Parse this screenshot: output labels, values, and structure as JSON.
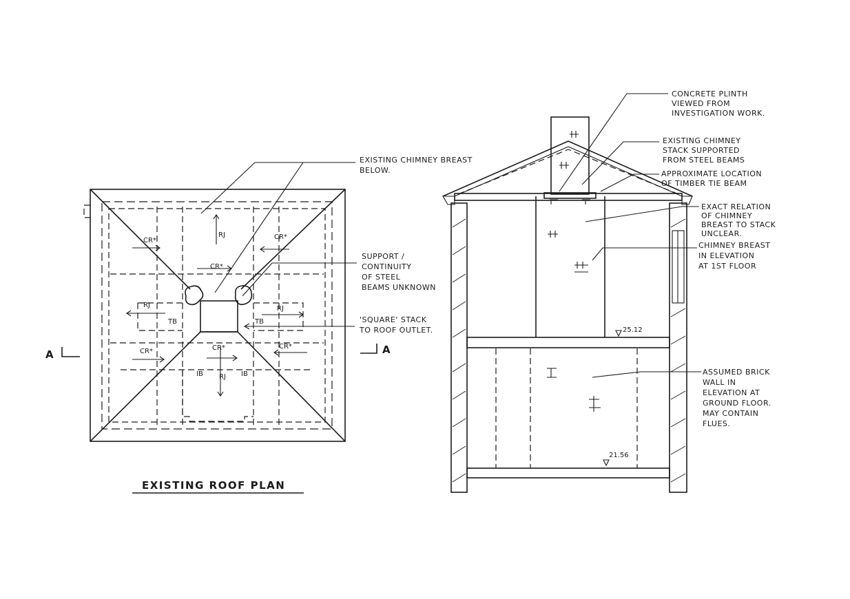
{
  "plan": {
    "title": "EXISTING ROOF PLAN",
    "section_marker_left": "A",
    "section_marker_right": "A",
    "labels": {
      "cr_tl": "CR*",
      "cr_tr": "CR*",
      "cr_top_center": "CR*",
      "cr_bottom_center": "CR*",
      "cr_bl": "CR*",
      "cr_br": "CR*",
      "rj_top": "RJ",
      "rj_left": "RJ",
      "rj_right": "RJ",
      "rj_bottom": "RJ",
      "tb_left": "TB",
      "tb_right": "TB",
      "ib_left": "IB",
      "ib_right": "IB"
    },
    "notes": {
      "chimney_breast": [
        "EXISTING CHIMNEY BREAST",
        "BELOW."
      ],
      "support": [
        "SUPPORT /",
        "CONTINUITY",
        "OF STEEL",
        "BEAMS UNKNOWN"
      ],
      "square_stack": [
        "'SQUARE' STACK",
        "TO ROOF OUTLET."
      ]
    }
  },
  "section": {
    "levels": {
      "first_floor": "25.12",
      "ground_floor": "21.56"
    },
    "notes": {
      "plinth": [
        "CONCRETE PLINTH",
        "VIEWED FROM",
        "INVESTIGATION WORK."
      ],
      "chimney_stack": [
        "EXISTING CHIMNEY",
        "STACK SUPPORTED",
        "FROM STEEL BEAMS"
      ],
      "tie_beam": [
        "APPROXIMATE LOCATION",
        "OF TIMBER TIE BEAM"
      ],
      "relation": [
        "EXACT RELATION",
        "OF CHIMNEY",
        "BREAST TO STACK",
        "UNCLEAR."
      ],
      "breast_elevation": [
        "CHIMNEY BREAST",
        "IN ELEVATION",
        "AT 1ST FLOOR"
      ],
      "brick_wall": [
        "ASSUMED BRICK",
        "WALL IN",
        "ELEVATION AT",
        "GROUND FLOOR.",
        "MAY CONTAIN",
        "FLUES."
      ]
    }
  }
}
